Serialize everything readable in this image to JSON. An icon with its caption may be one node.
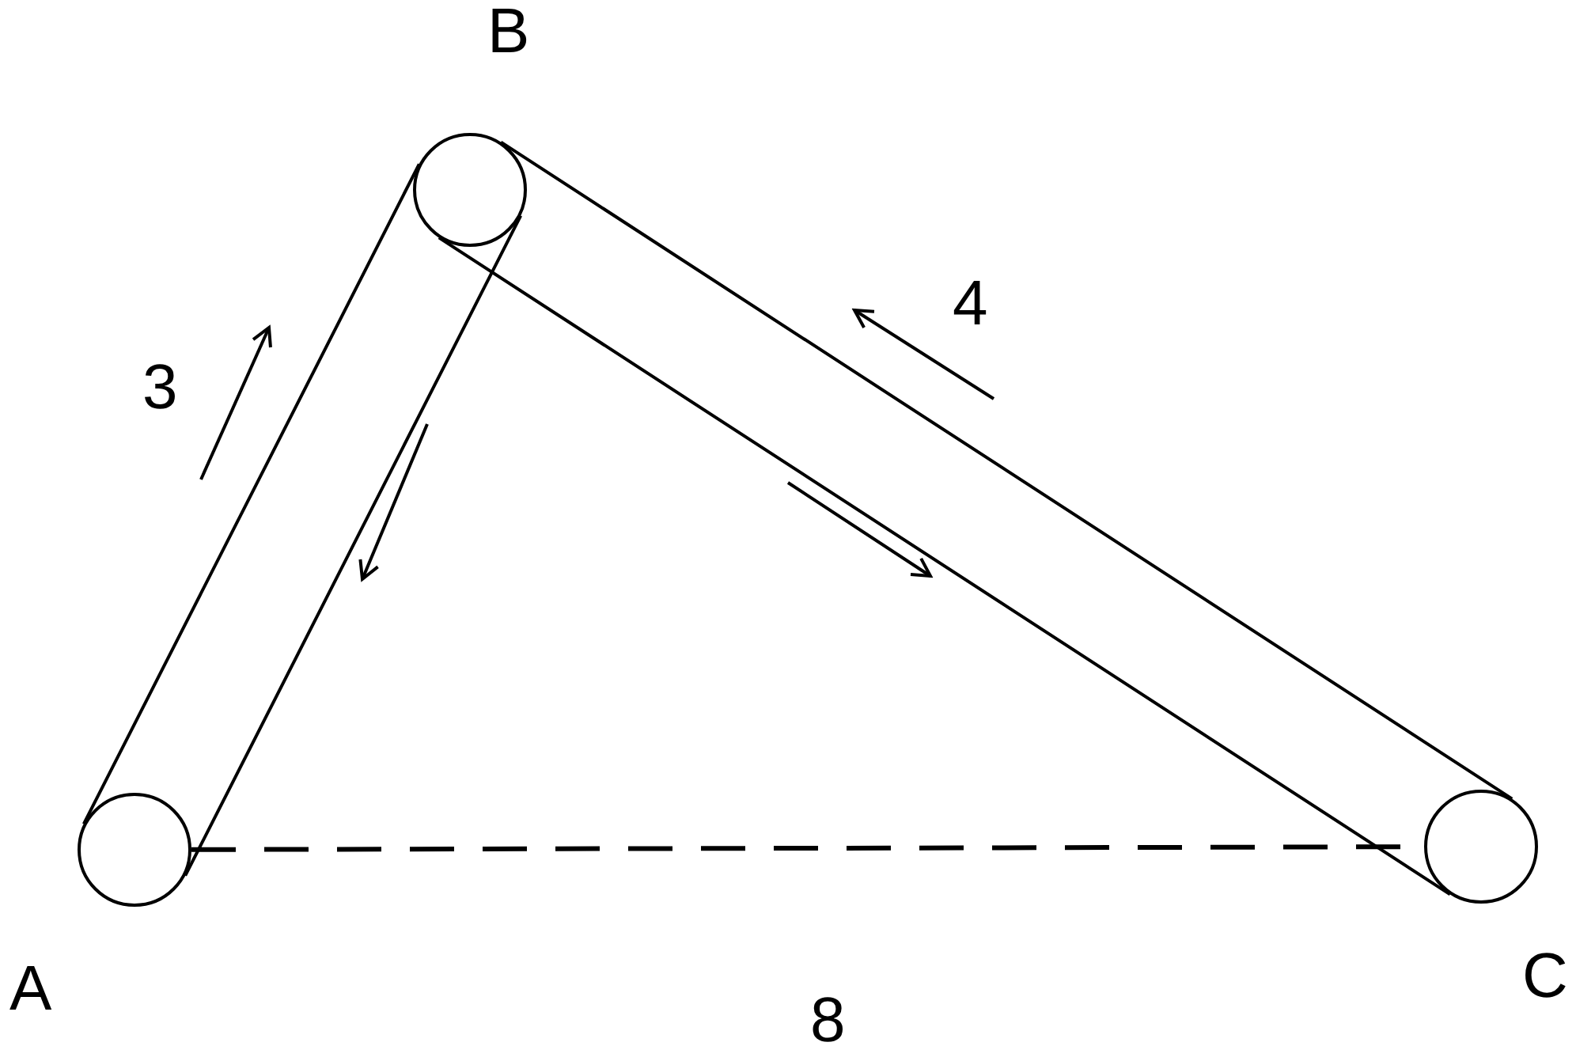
{
  "diagram": {
    "nodes": [
      {
        "text": [],
        "shape": "circle",
        "beside": [
          "A"
        ]
      },
      {
        "text": [],
        "shape": "circle",
        "beside": [
          "B"
        ]
      },
      {
        "text": [],
        "shape": "circle",
        "beside": [
          "C"
        ]
      }
    ],
    "edges": [
      {
        "from": 0,
        "to": 1,
        "arrow": "none",
        "label": "3"
      },
      {
        "from": 1,
        "to": 2,
        "arrow": "none",
        "label": "4"
      },
      {
        "from": 0,
        "to": 2,
        "arrow": "none",
        "label": "8",
        "style": "dashed"
      }
    ]
  }
}
